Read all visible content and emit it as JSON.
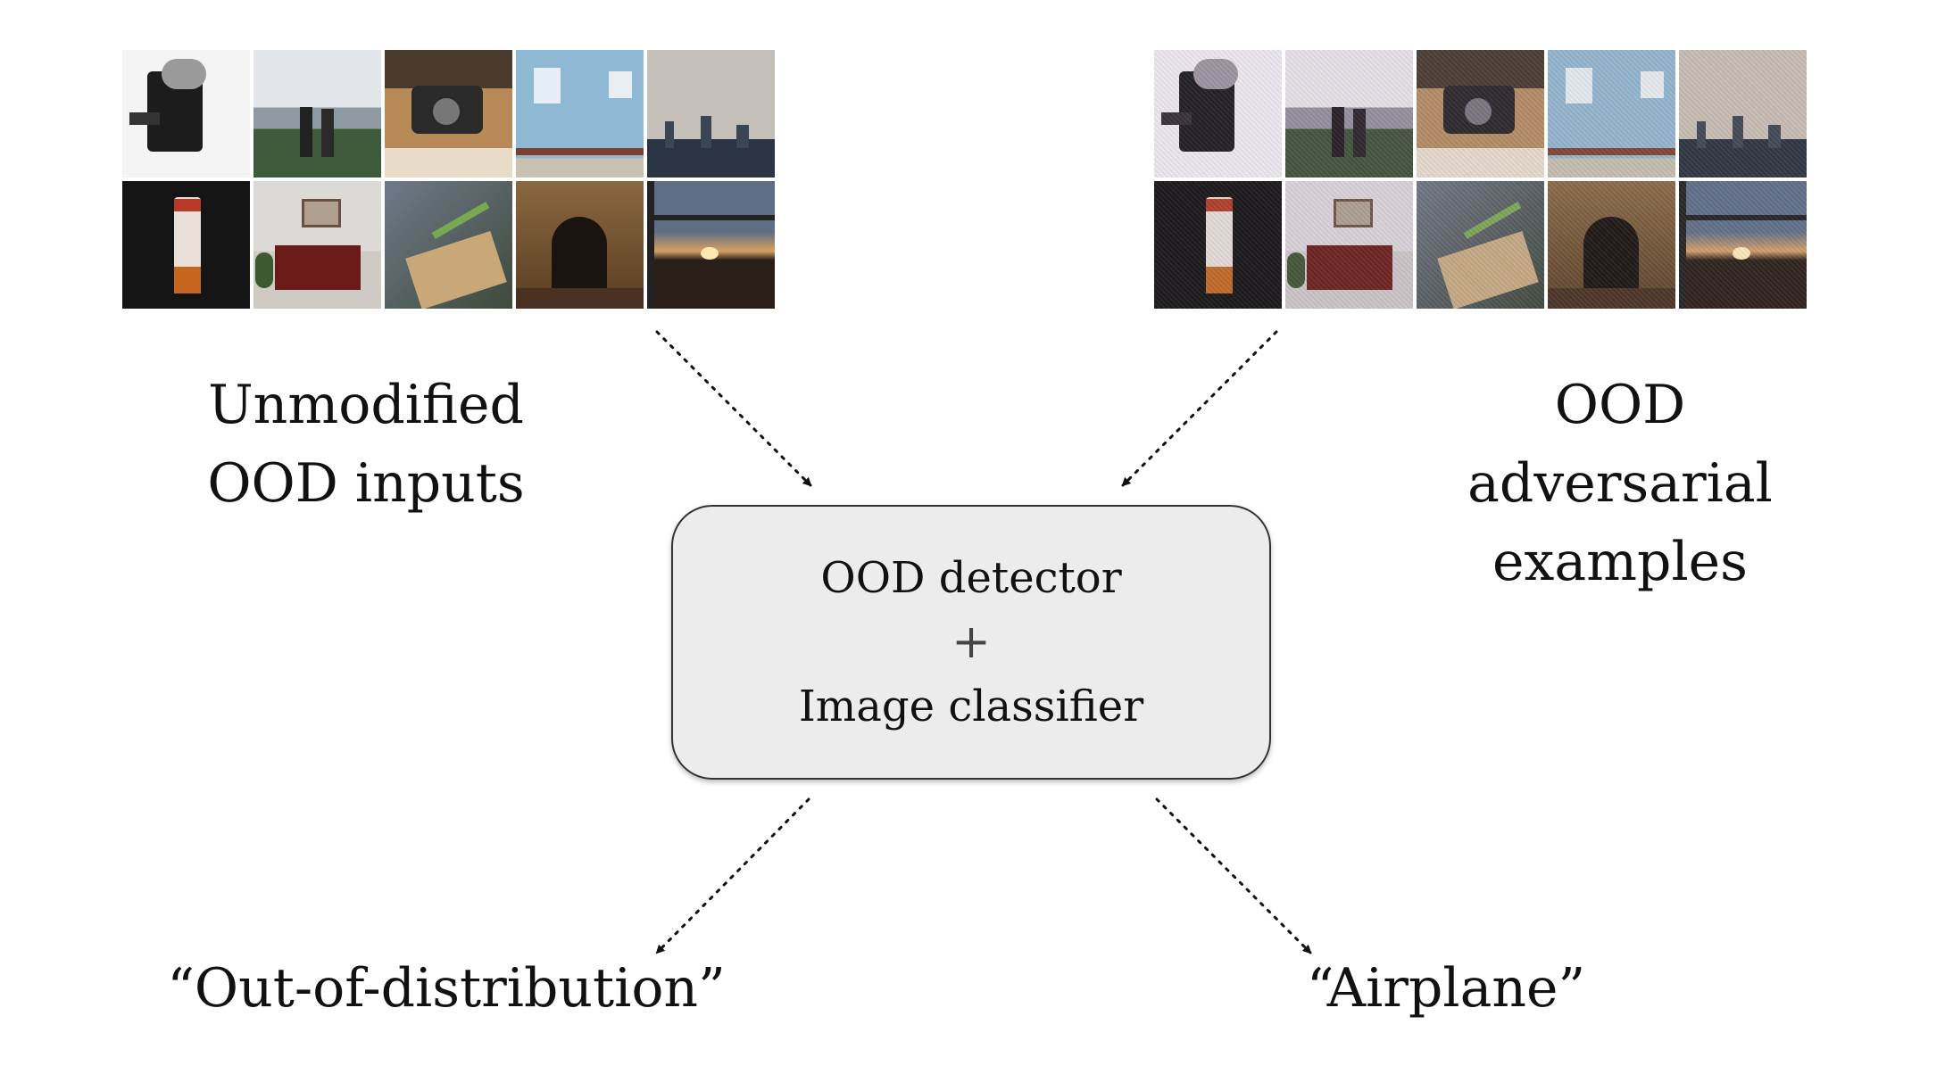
{
  "diagram": {
    "left_label": [
      "Unmodified",
      "OOD inputs"
    ],
    "right_label": [
      "OOD",
      "adversarial examples"
    ],
    "box": {
      "line1": "OOD detector",
      "plus": "+",
      "line2": "Image classifier"
    },
    "output_left": "“Out-of-distribution”",
    "output_right": "“Airplane”"
  },
  "image_grid": {
    "tiles": [
      {
        "name": "coffee-machine-thumb"
      },
      {
        "name": "lakeside-people-thumb"
      },
      {
        "name": "camera-on-desk-thumb"
      },
      {
        "name": "blue-building-thumb"
      },
      {
        "name": "city-skyline-thumb"
      },
      {
        "name": "bottle-thumb"
      },
      {
        "name": "red-cabinet-thumb"
      },
      {
        "name": "planter-box-thumb"
      },
      {
        "name": "stone-archway-thumb"
      },
      {
        "name": "sunset-window-thumb"
      }
    ]
  }
}
